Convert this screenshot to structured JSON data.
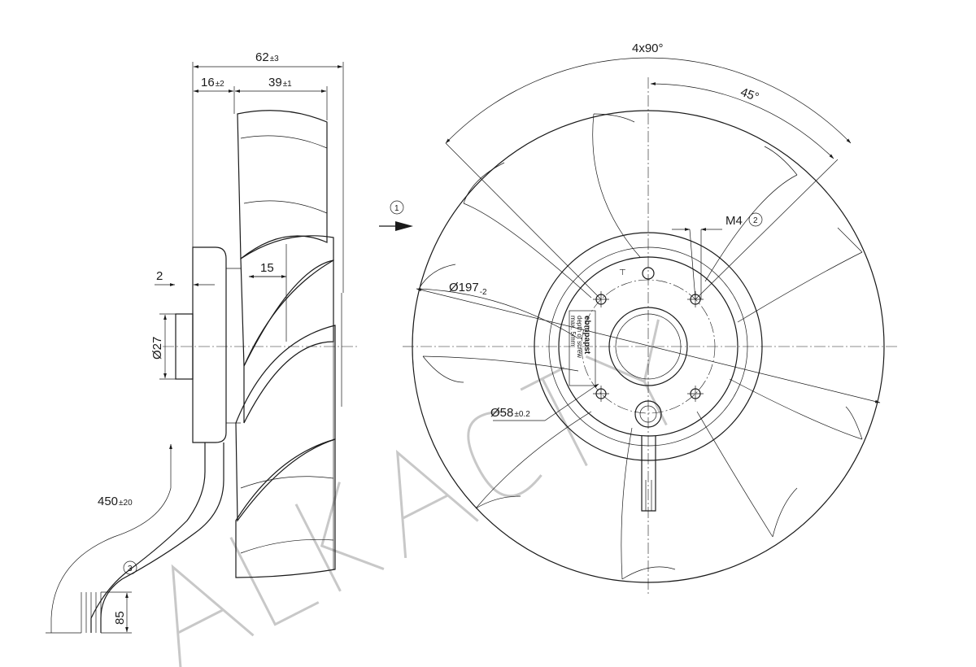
{
  "side_view": {
    "overall_depth": {
      "value": "62",
      "tol": "±3"
    },
    "hub_offset": {
      "value": "16",
      "tol": "±2"
    },
    "blade_depth": {
      "value": "39",
      "tol": "±1"
    },
    "shaft_step": "2",
    "rib_width": "15",
    "hub_diameter": "Ø27",
    "cable_length": {
      "value": "450",
      "tol": "±20"
    },
    "strip_length": "85",
    "callout_cable": "3"
  },
  "front_view": {
    "airflow_callout": "1",
    "hole_pattern": "4x90°",
    "hole_angle": "45°",
    "thread": "M4",
    "thread_callout": "2",
    "outer_diameter": {
      "value": "Ø197",
      "tol": "-2"
    },
    "bolt_circle": {
      "value": "Ø58",
      "tol": "±0.2"
    },
    "label": {
      "brand": "ebmpapst",
      "line1": "depth of screw",
      "line2": "max. 5mm"
    }
  },
  "colors": {
    "ink": "#1a1a1a",
    "watermark": "#c8c8c8",
    "background": "#ffffff"
  }
}
